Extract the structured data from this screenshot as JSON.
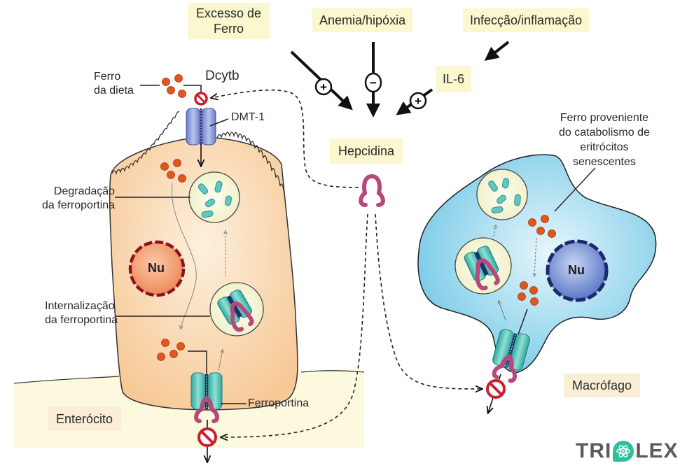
{
  "diagram": {
    "title": "Regulação da hepcidina e ferroportina",
    "regulators": [
      {
        "id": "excesso-ferro",
        "label_lines": [
          "Excesso de",
          "Ferro"
        ],
        "effect": "+"
      },
      {
        "id": "anemia",
        "label": "Anemia/hipóxia",
        "effect": "-"
      },
      {
        "id": "infeccao",
        "label": "Infecção/inflamação"
      }
    ],
    "il6": {
      "label": "IL-6",
      "effect": "+"
    },
    "hepcidina": {
      "label": "Hepcidina"
    },
    "enterocyte": {
      "name": "Enterócito",
      "nucleus": "Nu",
      "ferro_dieta": [
        "Ferro",
        "da dieta"
      ],
      "dcytb": "Dcytb",
      "dmt1": "DMT-1",
      "degradacao": [
        "Degradação",
        "da ferroportina"
      ],
      "internalizacao": [
        "Internalização",
        "da ferroportina"
      ],
      "ferroportina": "Ferroportina"
    },
    "macrophage": {
      "name": "Macrófago",
      "nucleus": "Nu",
      "source_lines": [
        "Ferro proveniente",
        "do catabolismo de",
        "eritrócitos",
        "senescentes"
      ]
    },
    "signs": {
      "plus": "+",
      "minus": "−"
    },
    "colors": {
      "label_bg": "#fbf8cf",
      "enterocyte_fill": "#f9cfa0",
      "macrophage_fill": "#8fd2ea",
      "iron": "#e0561f",
      "ferroportin": "#3fb7ae",
      "hepcidin": "#b54a7a",
      "dmt1": "#7c8fd0",
      "block": "#c8202f",
      "logo": "#2bbf9c"
    }
  },
  "logo": {
    "left": "TRI",
    "right": "LEX"
  }
}
